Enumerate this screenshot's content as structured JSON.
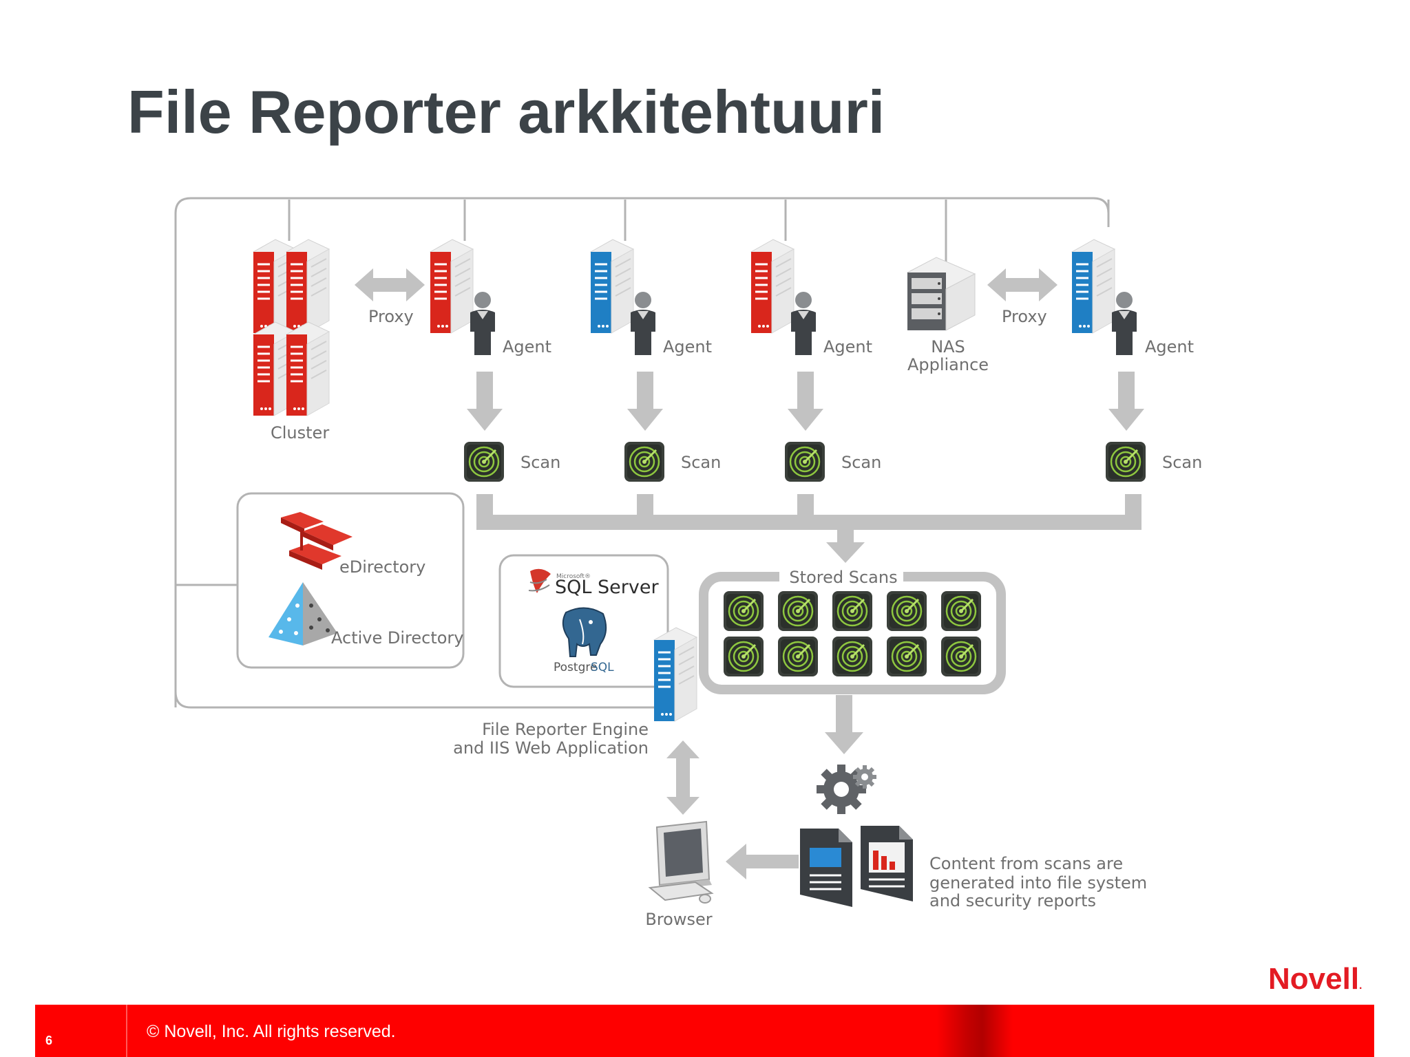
{
  "slide": {
    "title": "File Reporter arkkitehtuuri",
    "page_number": "6",
    "copyright": "©  Novell, Inc.  All rights reserved.",
    "logo": "Novell",
    "logo_mark": "."
  },
  "diagram": {
    "labels": {
      "proxy_left": "Proxy",
      "proxy_right": "Proxy",
      "cluster": "Cluster",
      "agent_1": "Agent",
      "agent_2": "Agent",
      "agent_3": "Agent",
      "agent_4": "Agent",
      "nas_line1": "NAS",
      "nas_line2": "Appliance",
      "scan_1": "Scan",
      "scan_2": "Scan",
      "scan_3": "Scan",
      "scan_4": "Scan",
      "edirectory": "eDirectory",
      "active_directory": "Active Directory",
      "sql_microsoft": "Microsoft®",
      "sql_server": "SQL Server",
      "postgres_a": "Postgre",
      "postgres_b": "SQL",
      "stored_scans": "Stored Scans",
      "engine_line1": "File Reporter Engine",
      "engine_line2": "and IIS Web Application",
      "browser": "Browser",
      "reports_line1": "Content from scans are",
      "reports_line2": "generated into file system",
      "reports_line3": "and security reports"
    },
    "colors": {
      "server_red": "#d9261c",
      "server_blue": "#1f7fc4",
      "arrow_gray": "#c2c2c2",
      "border_gray": "#b3b3b3",
      "label_gray": "#6f6f6f",
      "title_gray": "#3c4348",
      "footer_red": "#fe0000",
      "scan_green": "#8ec73f"
    },
    "icons": [
      "server-rack-icon",
      "agent-person-icon",
      "nas-appliance-icon",
      "scan-radar-icon",
      "edirectory-icon",
      "active-directory-pyramid-icon",
      "sql-server-logo-icon",
      "postgresql-elephant-icon",
      "gear-icon",
      "report-document-icon",
      "browser-computer-icon"
    ]
  }
}
